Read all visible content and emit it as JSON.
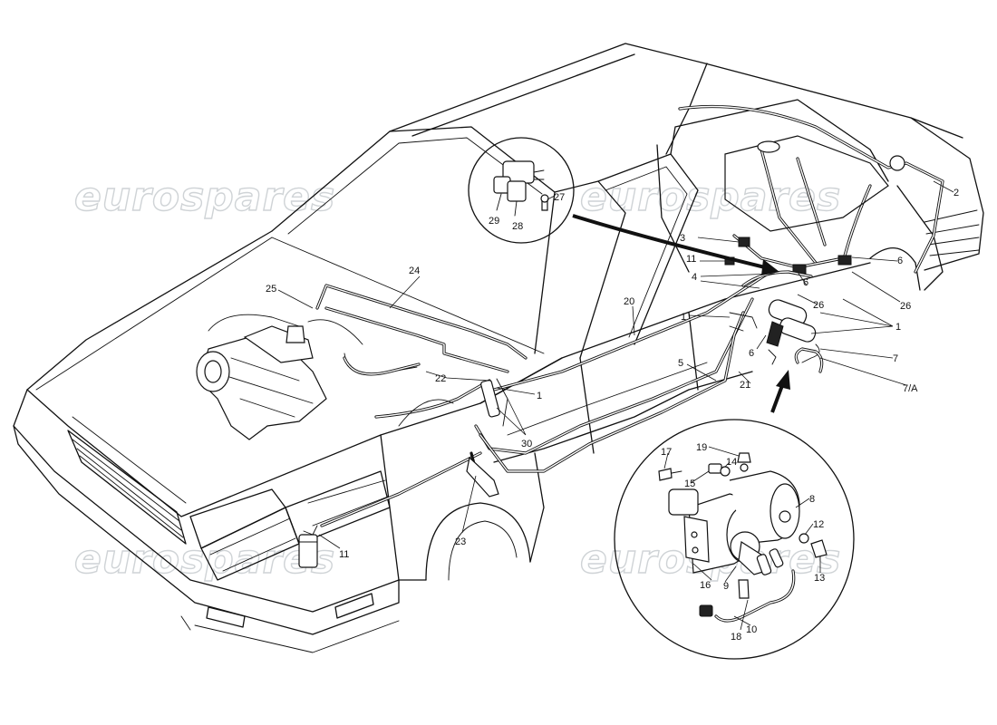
{
  "watermark": {
    "brand": "eurospares",
    "color": "#cfd3d6"
  },
  "callouts": {
    "c1": "1",
    "c2": "2",
    "c3": "3",
    "c4": "4",
    "c5": "5",
    "c6": "6",
    "c7": "7",
    "c7a": "7/A",
    "c8": "8",
    "c9": "9",
    "c10": "10",
    "c11": "11",
    "c12": "12",
    "c13": "13",
    "c14": "14",
    "c15": "15",
    "c16": "16",
    "c17": "17",
    "c18": "18",
    "c19": "19",
    "c20": "20",
    "c21": "21",
    "c22": "22",
    "c23": "23",
    "c24": "24",
    "c25": "25",
    "c26": "26",
    "c27": "27",
    "c28": "28",
    "c29": "29",
    "c30": "30"
  },
  "line_color": "#111111"
}
